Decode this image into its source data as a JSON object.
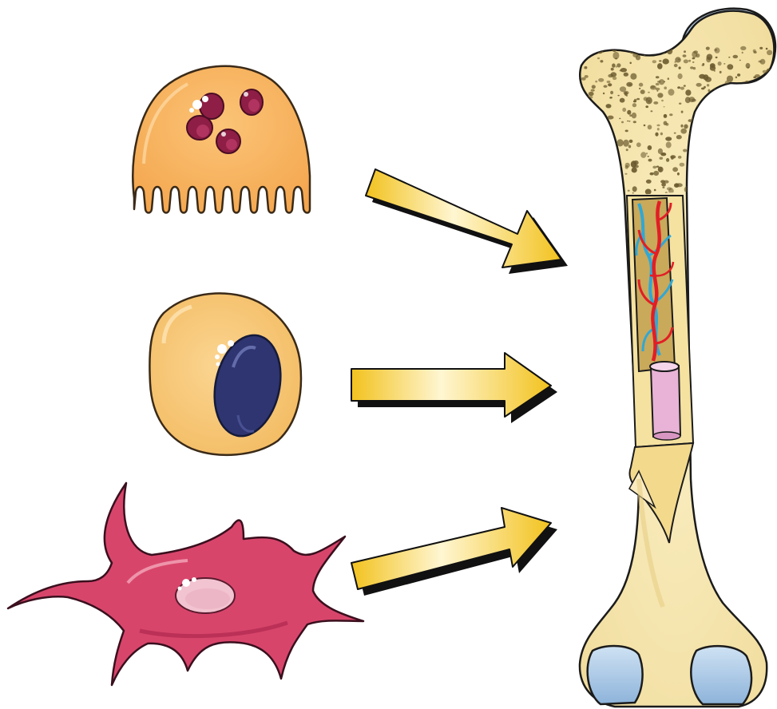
{
  "diagram": {
    "type": "bone-cell-illustration",
    "cells": [
      {
        "id": "osteoclast",
        "icon": "multinucleated-cell-icon",
        "color": "#F8B25E",
        "nucleus_color": "#8E1E45"
      },
      {
        "id": "osteoblast",
        "icon": "single-nucleus-cell-icon",
        "color": "#F6C77A",
        "nucleus_color": "#2E3570"
      },
      {
        "id": "osteocyte",
        "icon": "dendritic-cell-icon",
        "color": "#D8456B",
        "nucleus_color": "#F2C3D0"
      }
    ],
    "arrows": [
      {
        "from": "osteoclast",
        "to": "bone",
        "icon": "arrow-icon"
      },
      {
        "from": "osteoblast",
        "to": "bone",
        "icon": "arrow-icon"
      },
      {
        "from": "osteocyte",
        "to": "bone",
        "icon": "arrow-icon"
      }
    ],
    "bone": {
      "icon": "long-bone-cross-section-icon",
      "colors": {
        "bone": "#F5E6B0",
        "outline": "#1b1b1b",
        "cartilage": "#A9C8E6",
        "marrow": "#C9A95A",
        "artery": "#E21E25",
        "vein": "#2FA8D6",
        "medullary_cavity": "#E8B3D6",
        "spongy_pores": "#6B5A2E"
      }
    },
    "arrow_colors": {
      "light": "#FFF3C4",
      "dark": "#F2C21E",
      "shadow": "#000000"
    }
  }
}
